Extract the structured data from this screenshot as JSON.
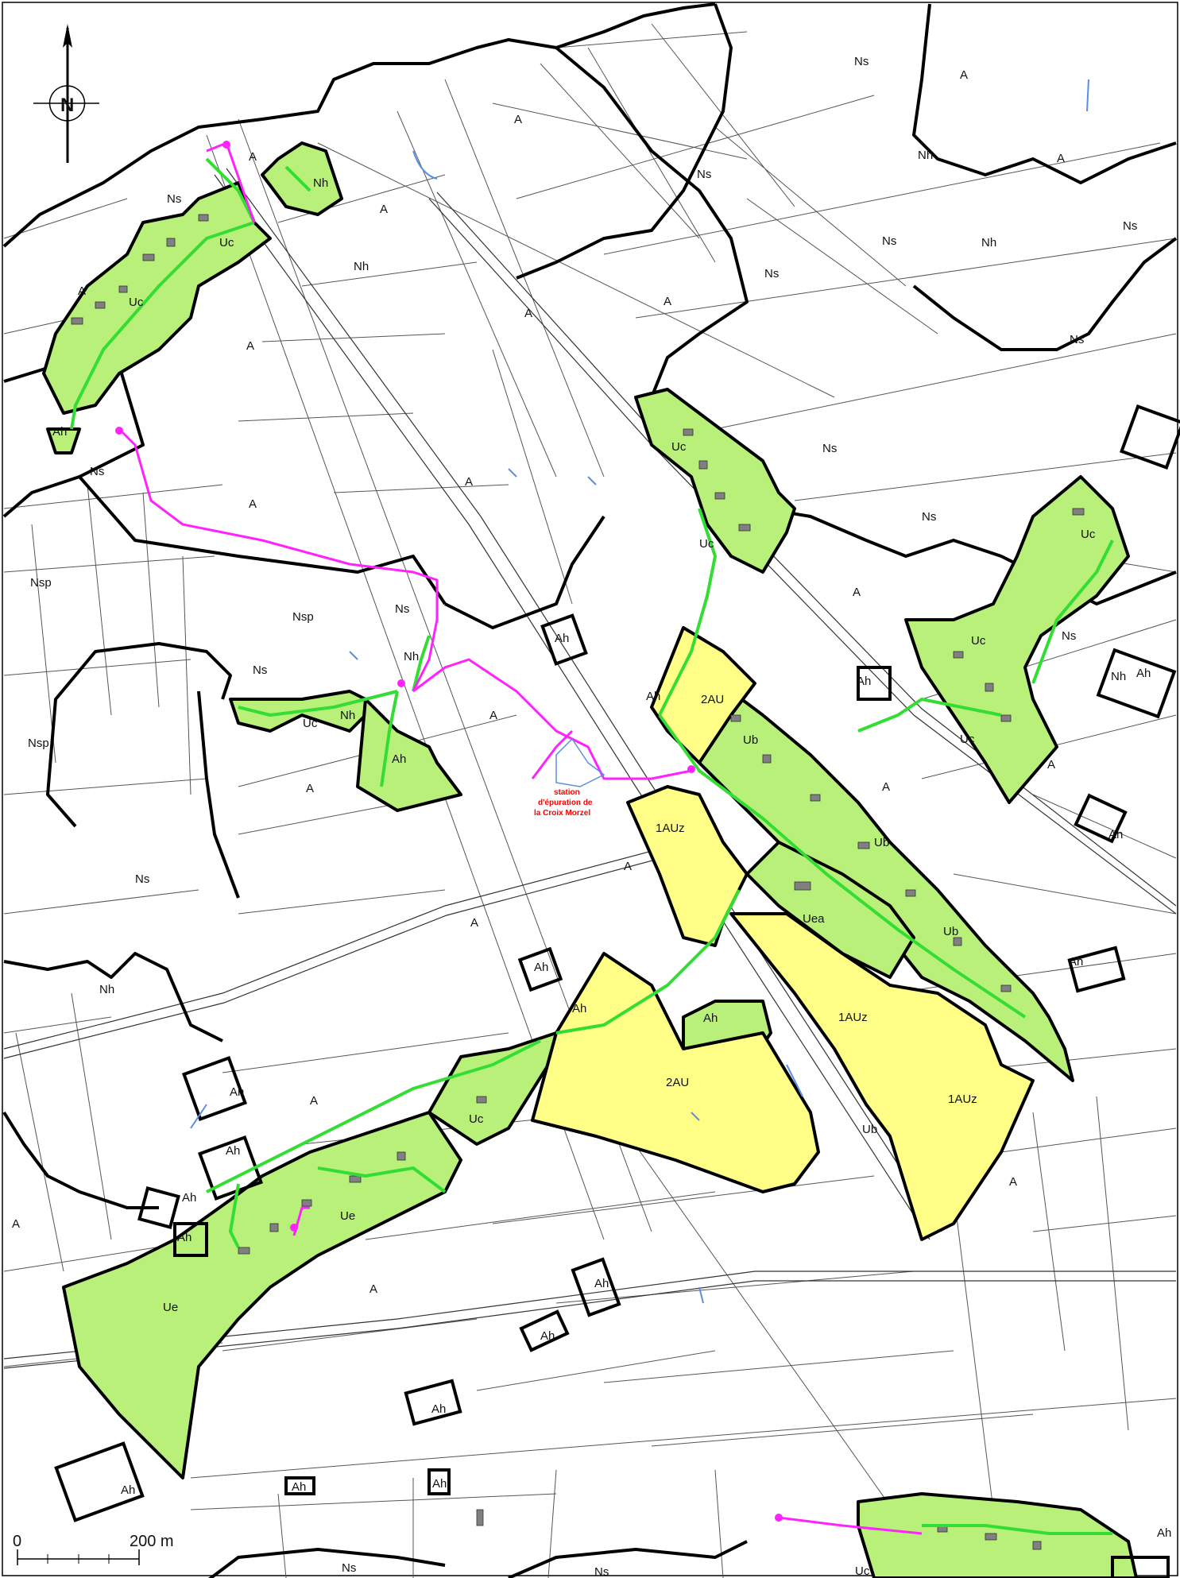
{
  "colors": {
    "urban_zone": "#b9f07a",
    "future_urban_zone": "#ffff88",
    "zone_boundary": "#000000",
    "parcel_line": "#555555",
    "network_existing": "#33dd33",
    "network_planned": "#ff22ff",
    "building": "#808080",
    "water": "#5a8fdf",
    "station_text": "#ff0000"
  },
  "map": {
    "north_label": "N",
    "scale_start": "0",
    "scale_end": "200 m",
    "station_label_lines": [
      "station",
      "d'épuration de",
      "la Croix Morzel"
    ]
  },
  "zones": [
    {
      "code": "A"
    },
    {
      "code": "A"
    },
    {
      "code": "A"
    },
    {
      "code": "A"
    },
    {
      "code": "A"
    },
    {
      "code": "A"
    },
    {
      "code": "A"
    },
    {
      "code": "A"
    },
    {
      "code": "A"
    },
    {
      "code": "A"
    },
    {
      "code": "A"
    },
    {
      "code": "A"
    },
    {
      "code": "A"
    },
    {
      "code": "A"
    },
    {
      "code": "A"
    },
    {
      "code": "A"
    },
    {
      "code": "A"
    },
    {
      "code": "A"
    },
    {
      "code": "A"
    },
    {
      "code": "A"
    },
    {
      "code": "A"
    },
    {
      "code": "A"
    },
    {
      "code": "Ns"
    },
    {
      "code": "Ns"
    },
    {
      "code": "Ns"
    },
    {
      "code": "Ns"
    },
    {
      "code": "Ns"
    },
    {
      "code": "Ns"
    },
    {
      "code": "Ns"
    },
    {
      "code": "Ns"
    },
    {
      "code": "Ns"
    },
    {
      "code": "Ns"
    },
    {
      "code": "Ns"
    },
    {
      "code": "Ns"
    },
    {
      "code": "Ns"
    },
    {
      "code": "Ns"
    },
    {
      "code": "Ns"
    },
    {
      "code": "Ns"
    },
    {
      "code": "Nsp"
    },
    {
      "code": "Nsp"
    },
    {
      "code": "Nsp"
    },
    {
      "code": "Nh"
    },
    {
      "code": "Nh"
    },
    {
      "code": "Nh"
    },
    {
      "code": "Nh"
    },
    {
      "code": "Nh"
    },
    {
      "code": "Nh"
    },
    {
      "code": "Nh"
    },
    {
      "code": "Nh"
    },
    {
      "code": "Uc"
    },
    {
      "code": "Uc"
    },
    {
      "code": "Uc"
    },
    {
      "code": "Uc"
    },
    {
      "code": "Uc"
    },
    {
      "code": "Uc"
    },
    {
      "code": "Uc"
    },
    {
      "code": "Uc"
    },
    {
      "code": "Uc"
    },
    {
      "code": "Uc"
    },
    {
      "code": "Ub"
    },
    {
      "code": "Ub"
    },
    {
      "code": "Ub"
    },
    {
      "code": "Uea"
    },
    {
      "code": "Ue"
    },
    {
      "code": "Ue"
    },
    {
      "code": "2AU"
    },
    {
      "code": "2AU"
    },
    {
      "code": "1AUz"
    },
    {
      "code": "1AUz"
    },
    {
      "code": "1AUz"
    },
    {
      "code": "Ah"
    },
    {
      "code": "Ah"
    },
    {
      "code": "Ah"
    },
    {
      "code": "Ah"
    },
    {
      "code": "Ah"
    },
    {
      "code": "Ah"
    },
    {
      "code": "Ah"
    },
    {
      "code": "Ah"
    },
    {
      "code": "Ah"
    },
    {
      "code": "Ah"
    },
    {
      "code": "Ah"
    },
    {
      "code": "Ah"
    },
    {
      "code": "Ah"
    },
    {
      "code": "Ah"
    },
    {
      "code": "Ah"
    },
    {
      "code": "Ah"
    },
    {
      "code": "Ah"
    },
    {
      "code": "Ah"
    },
    {
      "code": "Ah"
    },
    {
      "code": "Ah"
    },
    {
      "code": "Ah"
    },
    {
      "code": "Ah"
    },
    {
      "code": "Ub"
    }
  ]
}
